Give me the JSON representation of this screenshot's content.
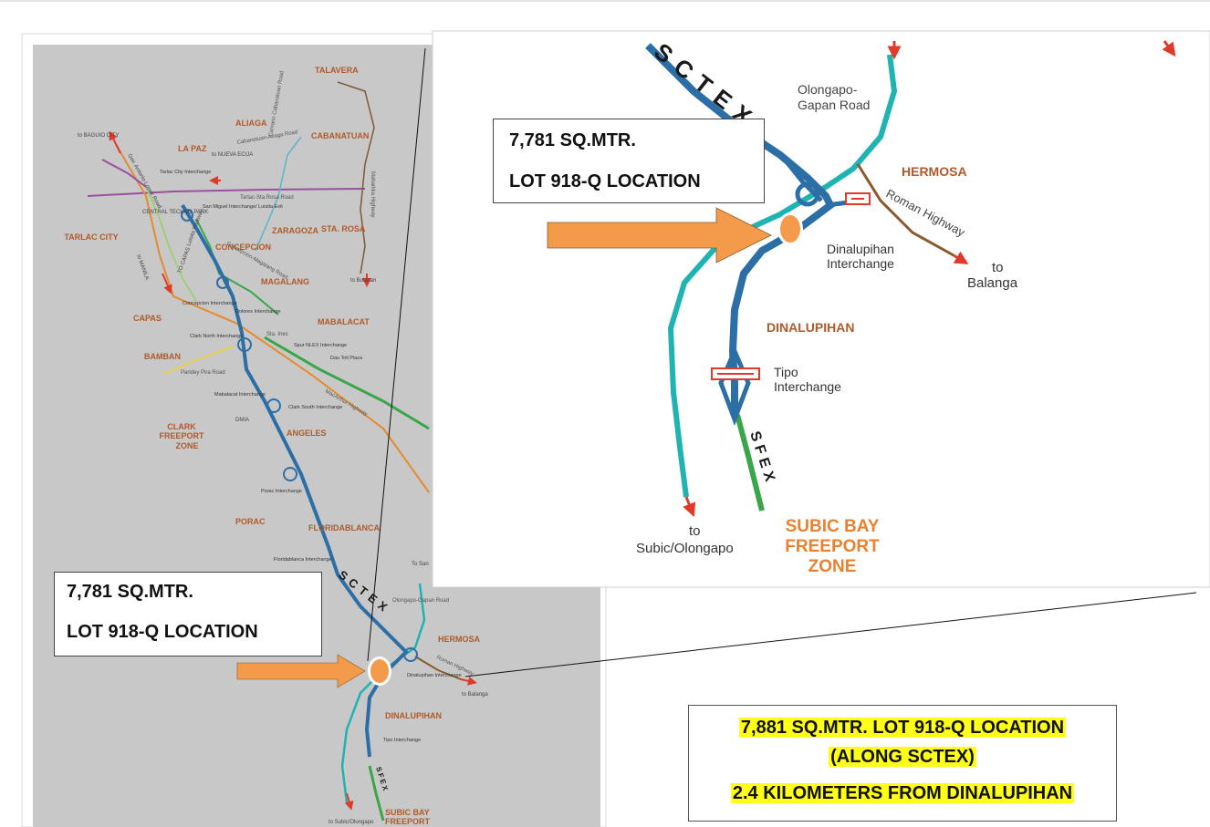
{
  "colors": {
    "map_bg": "#c8c8c8",
    "sctex_blue": "#2c6fa6",
    "teal_road": "#1fb3b3",
    "green_road": "#3aa64a",
    "orange_road": "#e58a2e",
    "purple_road": "#9b4fa0",
    "brown_road": "#8a5a2b",
    "arrow_orange": "#f39a4b",
    "place_label": "#b05a2a",
    "highlight": "#ffff1a"
  },
  "main_map": {
    "places": [
      "TALAVERA",
      "ALIAGA",
      "CABANATUAN",
      "LA PAZ",
      "ZARAGOZA",
      "STA. ROSA",
      "CONCEPCION",
      "MAGALANG",
      "TARLAC CITY",
      "CAPAS",
      "MABALACAT",
      "BAMBAN",
      "ANGELES",
      "PORAC",
      "FLORIDABLANCA",
      "HERMOSA",
      "DINALUPIHAN",
      "CLARK",
      "FREEPORT",
      "ZONE",
      "SUBIC BAY",
      "FREEPORT"
    ],
    "roads": [
      "Tarlac-Sta.Rosa Road",
      "Maharlika Highway",
      "MacArthur Highway",
      "Olongapo-Gapan Road",
      "Roman Highway",
      "Cabanatuan-Aliaga Road",
      "Concepcion-Magalang Road",
      "Camarin Cabanatuan Road",
      "Pandey Pira Road",
      "Sta. Ines"
    ],
    "interchanges": [
      "Tarlac City Interchange",
      "San Miguel Interchange/ Luisita Exit",
      "Concepcion Interchange",
      "Dolores Interchange",
      "Clark North Interchange",
      "Spur NLEX Interchange",
      "Dau Toll Plaza",
      "Mabalacat Interchange",
      "Clark South Interchange",
      "Porac Interchange",
      "Floridablanca Interchange",
      "Dinalupihan Interchange",
      "Tipo Interchange"
    ],
    "directions": [
      "to BAGUIO CITY",
      "to NUEVA ECIJA",
      "to MANILA",
      "TO CAPAS",
      "to Bulacan",
      "To San",
      "to Balanga",
      "to Subic/Olongapo",
      "CENTRAL TECHNO PARK",
      "Gov. Antonio Lopez Road",
      "Luisita Parkway",
      "DMIA"
    ],
    "sctex_label": "SCTEX",
    "sfex_label": "SFEX",
    "callout": {
      "line1": "7,781 SQ.MTR.",
      "line2": "LOT 918-Q LOCATION"
    }
  },
  "zoom_map": {
    "sctex_label": "SCTEX",
    "sfex_label": "SFEX",
    "olongapo_gapan": [
      "Olongapo-",
      "Gapan Road"
    ],
    "hermosa": "HERMOSA",
    "roman_highway": "Roman Highway",
    "dinalupihan_interchange": [
      "Dinalupihan",
      "Interchange"
    ],
    "balanga": [
      "to",
      "Balanga"
    ],
    "dinalupihan": "DINALUPIHAN",
    "tipo_interchange": [
      "Tipo",
      "Interchange"
    ],
    "subic": [
      "to",
      "Subic/Olongapo"
    ],
    "sbfz": [
      "SUBIC BAY",
      "FREEPORT",
      "ZONE"
    ],
    "callout": {
      "line1": "7,781 SQ.MTR.",
      "line2": "LOT 918-Q LOCATION"
    }
  },
  "info_box": {
    "line1": "7,881 SQ.MTR. LOT 918-Q LOCATION",
    "line2": "(ALONG SCTEX)",
    "line3": "2.4 KILOMETERS FROM DINALUPIHAN"
  }
}
